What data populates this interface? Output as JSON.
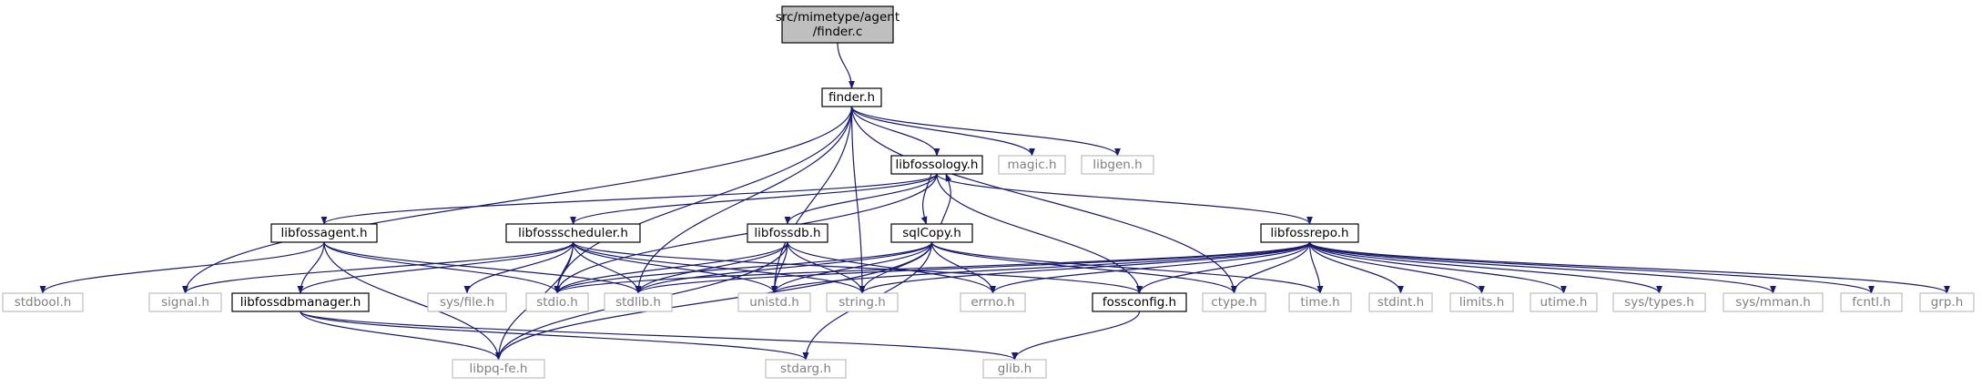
{
  "diagram": {
    "type": "include-dependency-graph",
    "colors": {
      "edge": "#191970",
      "root_fill": "#bfbfbf",
      "documented_border": "#000000",
      "external_border": "#bfbfbf",
      "external_text": "#7f7f7f"
    },
    "nodes": [
      {
        "id": "root",
        "label": "src/mimetype/agent\n/finder.c",
        "kind": "root"
      },
      {
        "id": "finder_h",
        "label": "finder.h",
        "kind": "documented"
      },
      {
        "id": "libfossology_h",
        "label": "libfossology.h",
        "kind": "documented"
      },
      {
        "id": "magic_h",
        "label": "magic.h",
        "kind": "external"
      },
      {
        "id": "libgen_h",
        "label": "libgen.h",
        "kind": "external"
      },
      {
        "id": "libfossagent_h",
        "label": "libfossagent.h",
        "kind": "documented"
      },
      {
        "id": "libfossscheduler_h",
        "label": "libfossscheduler.h",
        "kind": "documented"
      },
      {
        "id": "libfossdb_h",
        "label": "libfossdb.h",
        "kind": "documented"
      },
      {
        "id": "sqlCopy_h",
        "label": "sqlCopy.h",
        "kind": "documented"
      },
      {
        "id": "libfossrepo_h",
        "label": "libfossrepo.h",
        "kind": "documented"
      },
      {
        "id": "stdbool_h",
        "label": "stdbool.h",
        "kind": "external"
      },
      {
        "id": "signal_h",
        "label": "signal.h",
        "kind": "external"
      },
      {
        "id": "libfossdbmanager_h",
        "label": "libfossdbmanager.h",
        "kind": "documented"
      },
      {
        "id": "sys_file_h",
        "label": "sys/file.h",
        "kind": "external"
      },
      {
        "id": "stdio_h",
        "label": "stdio.h",
        "kind": "external"
      },
      {
        "id": "stdlib_h",
        "label": "stdlib.h",
        "kind": "external"
      },
      {
        "id": "unistd_h",
        "label": "unistd.h",
        "kind": "external"
      },
      {
        "id": "string_h",
        "label": "string.h",
        "kind": "external"
      },
      {
        "id": "errno_h",
        "label": "errno.h",
        "kind": "external"
      },
      {
        "id": "fossconfig_h",
        "label": "fossconfig.h",
        "kind": "documented"
      },
      {
        "id": "ctype_h",
        "label": "ctype.h",
        "kind": "external"
      },
      {
        "id": "time_h",
        "label": "time.h",
        "kind": "external"
      },
      {
        "id": "stdint_h",
        "label": "stdint.h",
        "kind": "external"
      },
      {
        "id": "limits_h",
        "label": "limits.h",
        "kind": "external"
      },
      {
        "id": "utime_h",
        "label": "utime.h",
        "kind": "external"
      },
      {
        "id": "sys_types_h",
        "label": "sys/types.h",
        "kind": "external"
      },
      {
        "id": "sys_mman_h",
        "label": "sys/mman.h",
        "kind": "external"
      },
      {
        "id": "fcntl_h",
        "label": "fcntl.h",
        "kind": "external"
      },
      {
        "id": "grp_h",
        "label": "grp.h",
        "kind": "external"
      },
      {
        "id": "libpq_fe_h",
        "label": "libpq-fe.h",
        "kind": "external"
      },
      {
        "id": "stdarg_h",
        "label": "stdarg.h",
        "kind": "external"
      },
      {
        "id": "glib_h",
        "label": "glib.h",
        "kind": "external"
      }
    ],
    "edges": [
      [
        "root",
        "finder_h"
      ],
      [
        "finder_h",
        "libfossology_h"
      ],
      [
        "finder_h",
        "magic_h"
      ],
      [
        "finder_h",
        "libgen_h"
      ],
      [
        "finder_h",
        "signal_h"
      ],
      [
        "finder_h",
        "stdio_h"
      ],
      [
        "finder_h",
        "stdlib_h"
      ],
      [
        "finder_h",
        "unistd_h"
      ],
      [
        "finder_h",
        "string_h"
      ],
      [
        "finder_h",
        "ctype_h"
      ],
      [
        "libfossology_h",
        "libfossagent_h"
      ],
      [
        "libfossology_h",
        "libfossscheduler_h"
      ],
      [
        "libfossology_h",
        "libfossdb_h"
      ],
      [
        "libfossology_h",
        "sqlCopy_h"
      ],
      [
        "libfossology_h",
        "libfossrepo_h"
      ],
      [
        "libfossology_h",
        "fossconfig_h"
      ],
      [
        "libfossology_h",
        "stdio_h"
      ],
      [
        "libfossagent_h",
        "stdbool_h"
      ],
      [
        "libfossagent_h",
        "libfossdbmanager_h"
      ],
      [
        "libfossagent_h",
        "stdio_h"
      ],
      [
        "libfossagent_h",
        "libpq_fe_h"
      ],
      [
        "libfossagent_h",
        "stdlib_h"
      ],
      [
        "libfossscheduler_h",
        "signal_h"
      ],
      [
        "libfossscheduler_h",
        "libfossdbmanager_h"
      ],
      [
        "libfossscheduler_h",
        "sys_file_h"
      ],
      [
        "libfossscheduler_h",
        "stdio_h"
      ],
      [
        "libfossscheduler_h",
        "stdlib_h"
      ],
      [
        "libfossscheduler_h",
        "unistd_h"
      ],
      [
        "libfossscheduler_h",
        "string_h"
      ],
      [
        "libfossscheduler_h",
        "fossconfig_h"
      ],
      [
        "libfossscheduler_h",
        "libpq_fe_h"
      ],
      [
        "libfossdb_h",
        "stdio_h"
      ],
      [
        "libfossdb_h",
        "stdlib_h"
      ],
      [
        "libfossdb_h",
        "unistd_h"
      ],
      [
        "libfossdb_h",
        "string_h"
      ],
      [
        "libfossdb_h",
        "errno_h"
      ],
      [
        "libfossdb_h",
        "libpq_fe_h"
      ],
      [
        "sqlCopy_h",
        "libfossology_h"
      ],
      [
        "sqlCopy_h",
        "stdio_h"
      ],
      [
        "sqlCopy_h",
        "stdlib_h"
      ],
      [
        "sqlCopy_h",
        "unistd_h"
      ],
      [
        "sqlCopy_h",
        "string_h"
      ],
      [
        "sqlCopy_h",
        "errno_h"
      ],
      [
        "sqlCopy_h",
        "ctype_h"
      ],
      [
        "sqlCopy_h",
        "time_h"
      ],
      [
        "sqlCopy_h",
        "libpq_fe_h"
      ],
      [
        "sqlCopy_h",
        "stdarg_h"
      ],
      [
        "libfossrepo_h",
        "stdio_h"
      ],
      [
        "libfossrepo_h",
        "stdlib_h"
      ],
      [
        "libfossrepo_h",
        "unistd_h"
      ],
      [
        "libfossrepo_h",
        "string_h"
      ],
      [
        "libfossrepo_h",
        "errno_h"
      ],
      [
        "libfossrepo_h",
        "fossconfig_h"
      ],
      [
        "libfossrepo_h",
        "ctype_h"
      ],
      [
        "libfossrepo_h",
        "time_h"
      ],
      [
        "libfossrepo_h",
        "stdint_h"
      ],
      [
        "libfossrepo_h",
        "limits_h"
      ],
      [
        "libfossrepo_h",
        "utime_h"
      ],
      [
        "libfossrepo_h",
        "sys_types_h"
      ],
      [
        "libfossrepo_h",
        "sys_mman_h"
      ],
      [
        "libfossrepo_h",
        "fcntl_h"
      ],
      [
        "libfossrepo_h",
        "grp_h"
      ],
      [
        "libfossdbmanager_h",
        "libpq_fe_h"
      ],
      [
        "libfossdbmanager_h",
        "stdarg_h"
      ],
      [
        "libfossdbmanager_h",
        "glib_h"
      ],
      [
        "fossconfig_h",
        "glib_h"
      ]
    ]
  }
}
